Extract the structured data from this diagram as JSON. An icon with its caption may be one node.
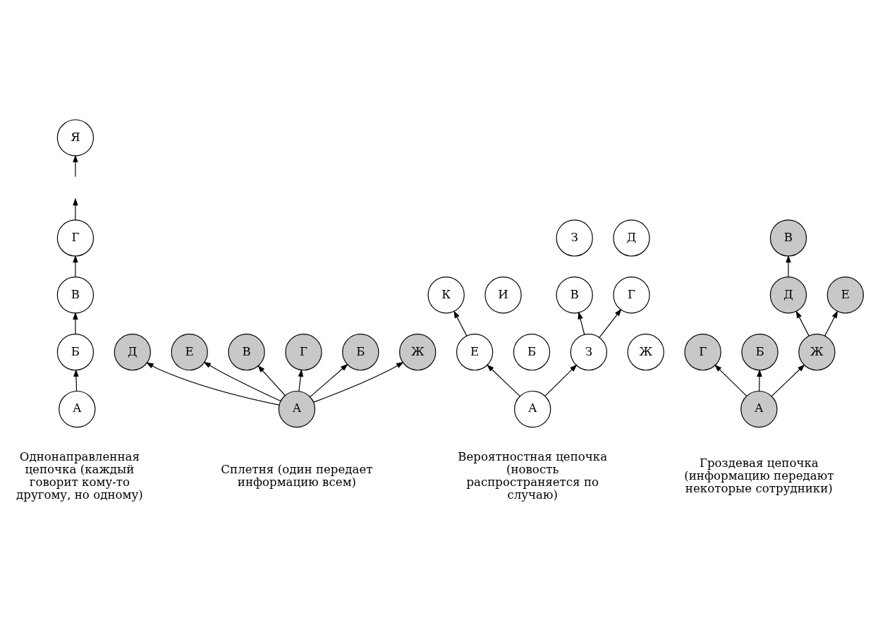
{
  "diagram": {
    "nodes": [
      {
        "text": [
          "Я"
        ]
      },
      {
        "text": [
          "Г"
        ]
      },
      {
        "text": [
          "В"
        ]
      },
      {
        "text": [
          "Б"
        ]
      },
      {
        "text": [
          "А"
        ]
      },
      {
        "text": [
          "Д"
        ]
      },
      {
        "text": [
          "Е"
        ]
      },
      {
        "text": [
          "В"
        ]
      },
      {
        "text": [
          "Г"
        ]
      },
      {
        "text": [
          "Б"
        ]
      },
      {
        "text": [
          "Ж"
        ]
      },
      {
        "text": [
          "А"
        ]
      },
      {
        "text": [
          "З"
        ]
      },
      {
        "text": [
          "Д"
        ]
      },
      {
        "text": [
          "К"
        ]
      },
      {
        "text": [
          "И"
        ]
      },
      {
        "text": [
          "В"
        ]
      },
      {
        "text": [
          "Г"
        ]
      },
      {
        "text": [
          "Е"
        ]
      },
      {
        "text": [
          "Б"
        ]
      },
      {
        "text": [
          "З"
        ]
      },
      {
        "text": [
          "Ж"
        ]
      },
      {
        "text": [
          "А"
        ]
      },
      {
        "text": [
          "В"
        ]
      },
      {
        "text": [
          "Д"
        ]
      },
      {
        "text": [
          "Е"
        ]
      },
      {
        "text": [
          "Г"
        ]
      },
      {
        "text": [
          "Б"
        ]
      },
      {
        "text": [
          "Ж"
        ]
      },
      {
        "text": [
          "А"
        ]
      }
    ],
    "edges": [
      {
        "from": 4,
        "to": 3,
        "arrow": "to"
      },
      {
        "from": 3,
        "to": 2,
        "arrow": "to"
      },
      {
        "from": 2,
        "to": 1,
        "arrow": "to"
      },
      {
        "from": 1,
        "to": null,
        "arrow": "to"
      },
      {
        "from": null,
        "to": 0,
        "arrow": "to"
      },
      {
        "from": 11,
        "to": 9,
        "arrow": "to"
      },
      {
        "from": 11,
        "to": 7,
        "arrow": "to"
      },
      {
        "from": 11,
        "to": 8,
        "arrow": "to"
      },
      {
        "from": 11,
        "to": 5,
        "arrow": "to"
      },
      {
        "from": 11,
        "to": 6,
        "arrow": "to"
      },
      {
        "from": 11,
        "to": 10,
        "arrow": "to"
      },
      {
        "from": 22,
        "to": 20,
        "arrow": "to"
      },
      {
        "from": 20,
        "to": 16,
        "arrow": "to"
      },
      {
        "from": 20,
        "to": 17,
        "arrow": "to"
      },
      {
        "from": 22,
        "to": 18,
        "arrow": "to"
      },
      {
        "from": 18,
        "to": 14,
        "arrow": "to"
      },
      {
        "from": 29,
        "to": 27,
        "arrow": "to"
      },
      {
        "from": 29,
        "to": 26,
        "arrow": "to"
      },
      {
        "from": 29,
        "to": 28,
        "arrow": "to"
      },
      {
        "from": 28,
        "to": 24,
        "arrow": "to"
      },
      {
        "from": 24,
        "to": 23,
        "arrow": "to"
      },
      {
        "from": 28,
        "to": 25,
        "arrow": "to"
      }
    ],
    "labels": [
      "Однонаправленная цепочка (каждый говорит кому-то другому, но одному)",
      "Сплетня (один передает информацию всем)",
      "Вероятностная цепочка (новость распространяется по случаю)",
      "Гроздевая цепочка (информацию передают некоторые сотрудники)"
    ]
  }
}
